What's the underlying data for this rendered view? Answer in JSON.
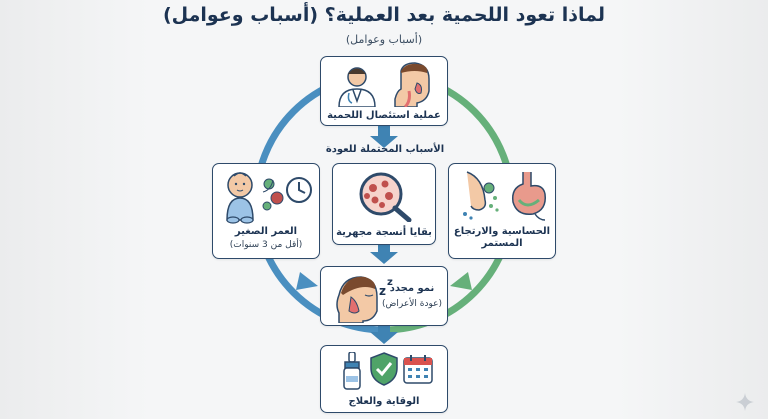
{
  "title": "لماذا تعود اللحمية بعد العملية؟ (أسباب وعوامل)",
  "subtitle": "(أسباب وعوامل)",
  "causes_heading": "الأسباب المحتملة للعودة",
  "nodes": {
    "surgery": {
      "label": "عملية استئصال اللحمية"
    },
    "young_age": {
      "label": "العمر الصغير",
      "sub": "(أقل من 3 سنوات)"
    },
    "residual_tissue": {
      "label": "بقايا أنسجة مجهرية"
    },
    "allergy_reflux": {
      "label": "الحساسية والارتجاع المستمر"
    },
    "regrowth": {
      "label": "نمو مجدد",
      "sub": "(عودة الأعراض)"
    },
    "prevention": {
      "label": "الوقاية والعلاج"
    }
  },
  "colors": {
    "ring_left": "#4a8fc0",
    "ring_right": "#66b07a",
    "arrow": "#3f83b3",
    "border": "#2e4a6a",
    "title": "#1c3352"
  },
  "icons": [
    "doctor-icon",
    "patient-throat-icon",
    "baby-icon",
    "bacteria-icon",
    "clock-icon",
    "microscope-tissue-icon",
    "nose-icon",
    "stomach-reflux-icon",
    "sleeping-face-icon",
    "nasal-spray-icon",
    "shield-check-icon",
    "calendar-icon"
  ]
}
